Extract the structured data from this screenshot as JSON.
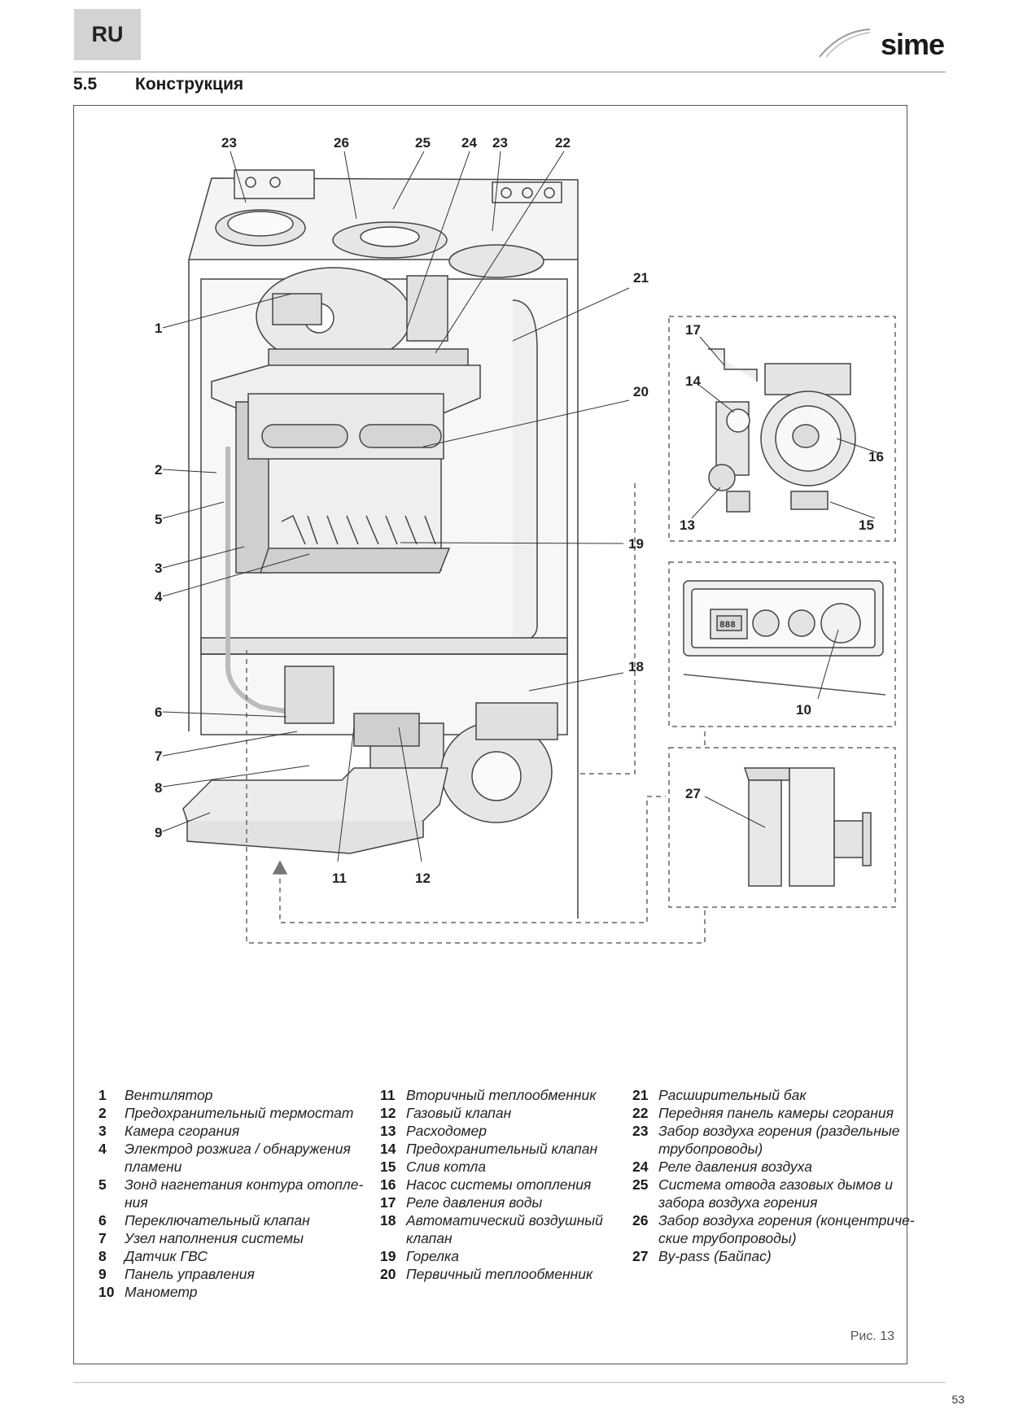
{
  "header": {
    "lang": "RU",
    "logo_text": "sime",
    "section_number": "5.5",
    "section_title": "Конструкция"
  },
  "diagram": {
    "callouts": [
      {
        "id": "23a",
        "label": "23"
      },
      {
        "id": "26",
        "label": "26"
      },
      {
        "id": "25",
        "label": "25"
      },
      {
        "id": "24",
        "label": "24"
      },
      {
        "id": "23b",
        "label": "23"
      },
      {
        "id": "22",
        "label": "22"
      },
      {
        "id": "21",
        "label": "21"
      },
      {
        "id": "1",
        "label": "1"
      },
      {
        "id": "20",
        "label": "20"
      },
      {
        "id": "2",
        "label": "2"
      },
      {
        "id": "5",
        "label": "5"
      },
      {
        "id": "19",
        "label": "19"
      },
      {
        "id": "3",
        "label": "3"
      },
      {
        "id": "4",
        "label": "4"
      },
      {
        "id": "18",
        "label": "18"
      },
      {
        "id": "6",
        "label": "6"
      },
      {
        "id": "7",
        "label": "7"
      },
      {
        "id": "8",
        "label": "8"
      },
      {
        "id": "9",
        "label": "9"
      },
      {
        "id": "11",
        "label": "11"
      },
      {
        "id": "12",
        "label": "12"
      },
      {
        "id": "17",
        "label": "17"
      },
      {
        "id": "14",
        "label": "14"
      },
      {
        "id": "16",
        "label": "16"
      },
      {
        "id": "13",
        "label": "13"
      },
      {
        "id": "15",
        "label": "15"
      },
      {
        "id": "10",
        "label": "10"
      },
      {
        "id": "27",
        "label": "27"
      }
    ],
    "display_digits": "888"
  },
  "legend": {
    "col1": [
      {
        "num": "1",
        "text": "Вентилятор"
      },
      {
        "num": "2",
        "text": "Предохранительный термостат"
      },
      {
        "num": "3",
        "text": "Камера сгорания"
      },
      {
        "num": "4",
        "text": "Электрод розжига / обнаружения"
      },
      {
        "num": "",
        "text": "пламени"
      },
      {
        "num": "5",
        "text": "Зонд нагнетания контура отопле-"
      },
      {
        "num": "",
        "text": "ния"
      },
      {
        "num": "6",
        "text": "Переключательный клапан"
      },
      {
        "num": "7",
        "text": "Узел наполнения системы"
      },
      {
        "num": "8",
        "text": "Датчик ГВС"
      },
      {
        "num": "9",
        "text": "Панель управления"
      },
      {
        "num": "10",
        "text": "Манометр"
      }
    ],
    "col2": [
      {
        "num": "11",
        "text": "Вторичный теплообменник"
      },
      {
        "num": "12",
        "text": "Газовый клапан"
      },
      {
        "num": "13",
        "text": "Расходомер"
      },
      {
        "num": "14",
        "text": "Предохранительный клапан"
      },
      {
        "num": "15",
        "text": "Слив котла"
      },
      {
        "num": "16",
        "text": "Насос системы отопления"
      },
      {
        "num": "17",
        "text": "Реле давления воды"
      },
      {
        "num": "18",
        "text": "Автоматический воздушный"
      },
      {
        "num": "",
        "text": "клапан"
      },
      {
        "num": "19",
        "text": "Горелка"
      },
      {
        "num": "20",
        "text": "Первичный теплообменник"
      }
    ],
    "col3": [
      {
        "num": "21",
        "text": "Расширительный бак"
      },
      {
        "num": "22",
        "text": "Передняя панель камеры сгорания"
      },
      {
        "num": "23",
        "text": "Забор воздуха горения (раздельные"
      },
      {
        "num": "",
        "text": "трубопроводы)"
      },
      {
        "num": "24",
        "text": "Реле давления воздуха"
      },
      {
        "num": "25",
        "text": "Система отвода газовых дымов и"
      },
      {
        "num": "",
        "text": "забора воздуха горения"
      },
      {
        "num": "26",
        "text": "Забор воздуха горения (концентриче-"
      },
      {
        "num": "",
        "text": "ские трубопроводы)"
      },
      {
        "num": "27",
        "text": "By-pass (Байпас)"
      }
    ]
  },
  "figure_label": "Рис. 13",
  "page_number": "53",
  "colors": {
    "badge_bg": "#d3d3d3",
    "line": "#555555",
    "text": "#1a1a1a"
  }
}
